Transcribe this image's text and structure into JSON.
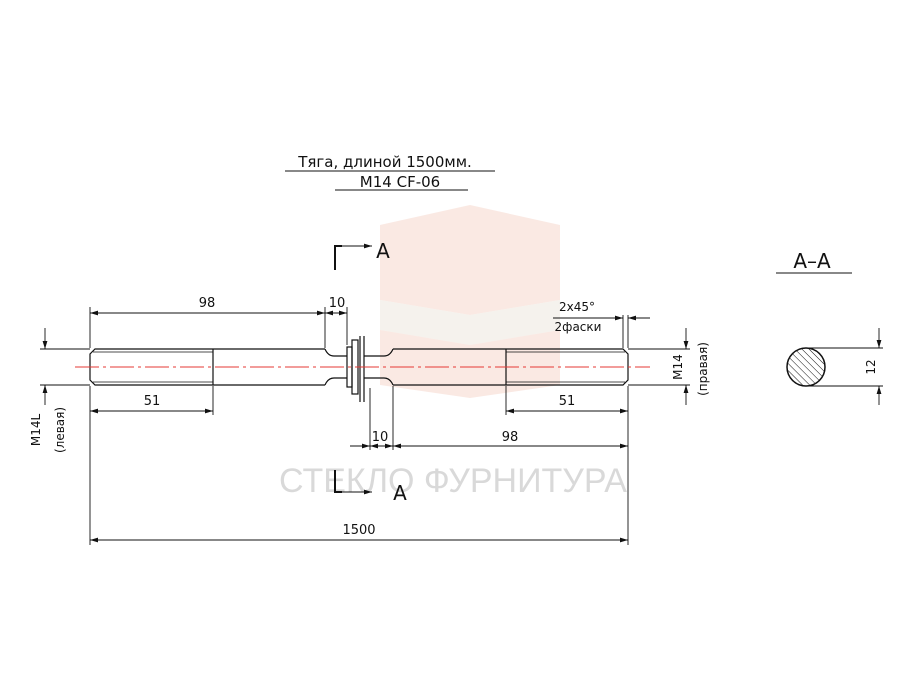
{
  "title": {
    "line1": "Тяга, длиной 1500мм.",
    "line2": "M14 CF-06"
  },
  "watermark": {
    "text": "СТЕКЛО ФУРНИТУРА",
    "colors": [
      "#e8b7a8",
      "#e9e2d8",
      "#f3c6b8"
    ]
  },
  "dimensions": {
    "top_thread_length": "98",
    "top_neck": "10",
    "chamfer_line1": "2x45°",
    "chamfer_line2": "2фаски",
    "left_thread": "51",
    "right_thread": "51",
    "bottom_neck": "10",
    "bottom_thread_length": "98",
    "total_length": "1500",
    "left_thread_spec": "M14L",
    "left_thread_note": "(левая)",
    "right_thread_spec": "M14",
    "right_thread_note": "(правая)",
    "section_diameter": "12"
  },
  "section": {
    "cut_label_top": "А",
    "cut_label_bottom": "А",
    "view_title": "А–А"
  },
  "colors": {
    "line": "#111111",
    "centerline": "#e53935"
  }
}
